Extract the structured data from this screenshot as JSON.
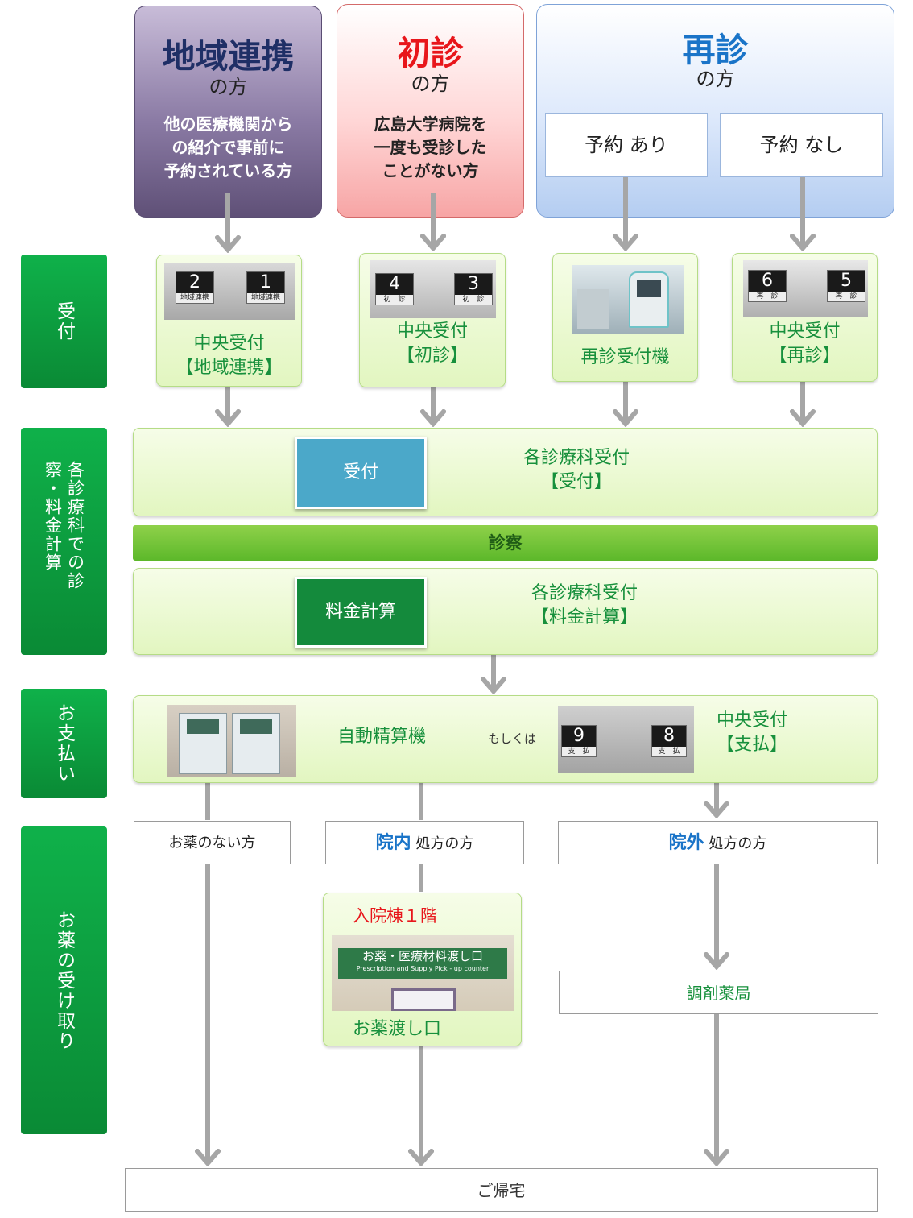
{
  "header": {
    "chiiki": {
      "title": "地域連携",
      "sub": "の方",
      "desc": [
        "他の医療機関から",
        "の紹介で事前に",
        "予約されている方"
      ]
    },
    "shoshin": {
      "title": "初診",
      "sub": "の方",
      "desc": [
        "広島大学病院を",
        "一度も受診した",
        "ことがない方"
      ]
    },
    "saishin": {
      "title": "再診",
      "sub": "の方",
      "reserved": "予約 あり",
      "unreserved": "予約 なし"
    }
  },
  "sections": {
    "uketsuke": "受付",
    "shinsatsu": "各診療科での診察・料金計算",
    "shiharai": "お支払い",
    "kusuri": "お薬の受け取り"
  },
  "reception": {
    "chiiki": {
      "line1": "中央受付",
      "line2": "【地域連携】",
      "signs": [
        {
          "n": "2",
          "l": "地域連携"
        },
        {
          "n": "1",
          "l": "地域連携"
        }
      ]
    },
    "shoshin": {
      "line1": "中央受付",
      "line2": "【初診】",
      "signs": [
        {
          "n": "4",
          "l": "初　診"
        },
        {
          "n": "3",
          "l": "初　診"
        }
      ]
    },
    "machine": {
      "line1": "再診受付機"
    },
    "saishin": {
      "line1": "中央受付",
      "line2": "【再診】",
      "signs": [
        {
          "n": "6",
          "l": "再　診"
        },
        {
          "n": "5",
          "l": "再　診"
        }
      ]
    }
  },
  "dept": {
    "uketsuke_tag": "受付",
    "uketsuke_line1": "各診療科受付",
    "uketsuke_line2": "【受付】",
    "shinsatsu": "診察",
    "ryokin_tag": "料金計算",
    "ryokin_line1": "各診療科受付",
    "ryokin_line2": "【料金計算】"
  },
  "payment": {
    "machine": "自動精算機",
    "or": "もしくは",
    "counter_line1": "中央受付",
    "counter_line2": "【支払】",
    "signs": [
      {
        "n": "9",
        "l": "支　払"
      },
      {
        "n": "8",
        "l": "支　払"
      }
    ]
  },
  "medicine": {
    "none": "お薬のない方",
    "innai_strong": "院内",
    "innai_rest": " 処方の方",
    "ingai_strong": "院外",
    "ingai_rest": " 処方の方",
    "floor": "入院棟１階",
    "sign_jp": "お薬・医療材料渡し口",
    "sign_en": "Prescription and Supply Pick - up counter",
    "counter": "お薬渡し口",
    "pharmacy": "調剤薬局"
  },
  "home": "ご帰宅",
  "colors": {
    "accent_green": "#17903c",
    "title_navy": "#1f2f66",
    "title_red": "#e8161b",
    "title_blue": "#1a74c8",
    "tag_blue": "#4ba8c9",
    "tag_green": "#148a3c"
  }
}
